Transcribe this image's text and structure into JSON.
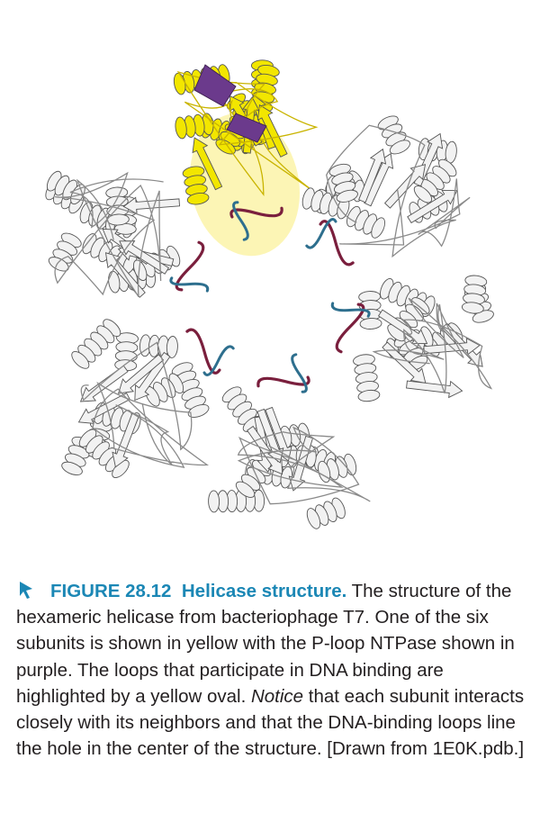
{
  "figure": {
    "label": "FIGURE 28.12",
    "title": "Helicase structure.",
    "icon": "cursor-arrow-icon",
    "colors": {
      "caption_accent": "#1b87b5",
      "subunit_highlight": "#f2e600",
      "ntpase": "#6b3a8c",
      "dna_binding_loop_red": "#7a1f3d",
      "dna_binding_loop_blue": "#2e6f8e",
      "oval": "#fbf3a8",
      "ribbon_white": "#f2f2f2",
      "ribbon_outline": "#555555"
    }
  },
  "caption": {
    "part1": " The structure of the hexameric helicase from bacteriophage T7. One of the six subunits is shown in yellow with the P-loop NTPase shown in purple. The loops that participate in DNA binding are highlighted by a yellow oval. ",
    "emphasis": "Notice",
    "part2": " that each subunit interacts closely with its neighbors and that the DNA-binding loops line the hole in the center of the structure. [Drawn from 1E0K.pdb.]"
  }
}
